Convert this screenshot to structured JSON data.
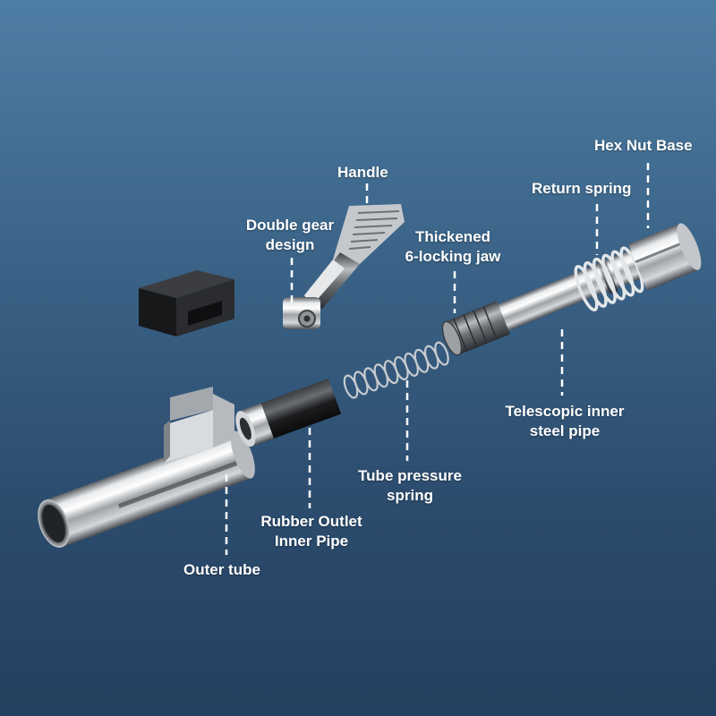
{
  "labels": {
    "hex_nut_base": "Hex Nut Base",
    "return_spring": "Return spring",
    "handle": "Handle",
    "double_gear_line1": "Double gear",
    "double_gear_line2": "design",
    "thickened_line1": "Thickened",
    "thickened_line2": "6-locking jaw",
    "telescopic_line1": "Telescopic inner",
    "telescopic_line2": "steel pipe",
    "tube_pressure_line1": "Tube pressure",
    "tube_pressure_line2": "spring",
    "rubber_outlet_line1": "Rubber Outlet",
    "rubber_outlet_line2": "Inner Pipe",
    "outer_tube": "Outer tube"
  },
  "colors": {
    "background_top": "#4f7ea4",
    "background_bottom": "#24405f",
    "label_text": "#ffffff",
    "leader_line": "#ffffff"
  }
}
